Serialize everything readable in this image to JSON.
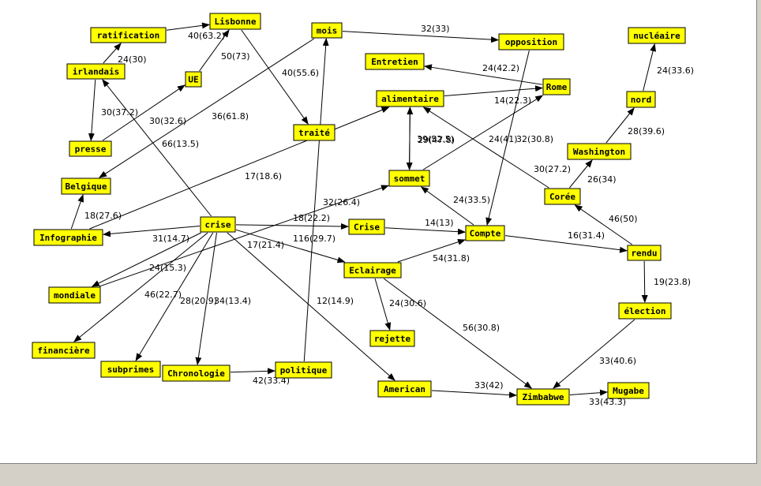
{
  "nodes": [
    {
      "id": "lisbonne",
      "label": "Lisbonne"
    },
    {
      "id": "ratification",
      "label": "ratification"
    },
    {
      "id": "irlandais",
      "label": "irlandais"
    },
    {
      "id": "ue",
      "label": "UE"
    },
    {
      "id": "presse",
      "label": "presse"
    },
    {
      "id": "mois",
      "label": "mois"
    },
    {
      "id": "opposition",
      "label": "opposition"
    },
    {
      "id": "nucleaire",
      "label": "nucléaire"
    },
    {
      "id": "entretien",
      "label": "Entretien"
    },
    {
      "id": "rome",
      "label": "Rome"
    },
    {
      "id": "alimentaire",
      "label": "alimentaire"
    },
    {
      "id": "nord",
      "label": "nord"
    },
    {
      "id": "traite",
      "label": "traité"
    },
    {
      "id": "washington",
      "label": "Washington"
    },
    {
      "id": "belgique",
      "label": "Belgique"
    },
    {
      "id": "sommet",
      "label": "sommet"
    },
    {
      "id": "coree",
      "label": "Corée"
    },
    {
      "id": "infographie",
      "label": "Infographie"
    },
    {
      "id": "crise",
      "label": "crise"
    },
    {
      "id": "crise2",
      "label": "Crise"
    },
    {
      "id": "compte",
      "label": "Compte"
    },
    {
      "id": "rendu",
      "label": "rendu"
    },
    {
      "id": "eclairage",
      "label": "Eclairage"
    },
    {
      "id": "mondiale",
      "label": "mondiale"
    },
    {
      "id": "election",
      "label": "élection"
    },
    {
      "id": "rejette",
      "label": "rejette"
    },
    {
      "id": "financiere",
      "label": "financière"
    },
    {
      "id": "subprimes",
      "label": "subprimes"
    },
    {
      "id": "chronologie",
      "label": "Chronologie"
    },
    {
      "id": "politique",
      "label": "politique"
    },
    {
      "id": "american",
      "label": "American"
    },
    {
      "id": "zimbabwe",
      "label": "Zimbabwe"
    },
    {
      "id": "mugabe",
      "label": "Mugabe"
    }
  ],
  "edges": [
    {
      "from": "ratification",
      "to": "lisbonne",
      "label": "40(63.2)"
    },
    {
      "from": "irlandais",
      "to": "ratification",
      "label": "24(30)"
    },
    {
      "from": "ue",
      "to": "lisbonne",
      "label": "50(73)"
    },
    {
      "from": "irlandais",
      "to": "presse",
      "label": "30(37.2)"
    },
    {
      "from": "presse",
      "to": "ue",
      "label": "30(32.6)"
    },
    {
      "from": "lisbonne",
      "to": "traite",
      "label": "40(55.6)"
    },
    {
      "from": "mois",
      "to": "opposition",
      "label": "32(33)"
    },
    {
      "from": "mois",
      "to": "belgique",
      "label": "36(61.8)"
    },
    {
      "from": "crise",
      "to": "irlandais",
      "label": "66(13.5)"
    },
    {
      "from": "rome",
      "to": "entretien",
      "label": "24(42.2)"
    },
    {
      "from": "alimentaire",
      "to": "rome",
      "label": "14(22.3)"
    },
    {
      "from": "nord",
      "to": "nucleaire",
      "label": "24(33.6)"
    },
    {
      "from": "washington",
      "to": "nord",
      "label": "28(39.6)"
    },
    {
      "from": "infographie",
      "to": "alimentaire",
      "label": "17(18.6)"
    },
    {
      "from": "sommet",
      "to": "rome",
      "label": "24(41)"
    },
    {
      "from": "opposition",
      "to": "compte",
      "label": "32(30.8)"
    },
    {
      "from": "coree",
      "to": "alimentaire",
      "label": "30(27.2)"
    },
    {
      "from": "coree",
      "to": "washington",
      "label": "26(34)"
    },
    {
      "from": "alimentaire",
      "to": "sommet",
      "label": "29(47.8)"
    },
    {
      "from": "sommet",
      "to": "alimentaire",
      "label": "39(52.5)"
    },
    {
      "from": "infographie",
      "to": "belgique",
      "label": "18(27.6)"
    },
    {
      "from": "mondiale",
      "to": "sommet",
      "label": "32(26.4)"
    },
    {
      "from": "compte",
      "to": "sommet",
      "label": "24(33.5)"
    },
    {
      "from": "rendu",
      "to": "coree",
      "label": "46(50)"
    },
    {
      "from": "crise",
      "to": "infographie",
      "label": "31(14.7)"
    },
    {
      "from": "crise",
      "to": "crise2",
      "label": "18(22.2)"
    },
    {
      "from": "crise2",
      "to": "compte",
      "label": "14(13)"
    },
    {
      "from": "compte",
      "to": "rendu",
      "label": "16(31.4)"
    },
    {
      "from": "crise",
      "to": "eclairage",
      "label": "116(29.7)"
    },
    {
      "from": "crise",
      "to": "mondiale",
      "label": "24(15.3)"
    },
    {
      "from": "eclairage",
      "to": "compte",
      "label": "54(31.8)"
    },
    {
      "from": "rendu",
      "to": "election",
      "label": "19(23.8)"
    },
    {
      "from": "crise",
      "to": "financiere",
      "label": "46(22.7)"
    },
    {
      "from": "crise",
      "to": "subprimes",
      "label": "28(20.9)"
    },
    {
      "from": "crise",
      "to": "chronologie",
      "label": "34(13.4)"
    },
    {
      "from": "crise",
      "to": "american",
      "label": "17(21.4)"
    },
    {
      "from": "politique",
      "to": "mois",
      "label": "12(14.9)"
    },
    {
      "from": "eclairage",
      "to": "rejette",
      "label": "24(30.6)"
    },
    {
      "from": "eclairage",
      "to": "zimbabwe",
      "label": "56(30.8)"
    },
    {
      "from": "election",
      "to": "zimbabwe",
      "label": "33(40.6)"
    },
    {
      "from": "chronologie",
      "to": "politique",
      "label": "42(33.4)"
    },
    {
      "from": "american",
      "to": "zimbabwe",
      "label": "33(42)"
    },
    {
      "from": "zimbabwe",
      "to": "mugabe",
      "label": "33(43.3)"
    }
  ]
}
